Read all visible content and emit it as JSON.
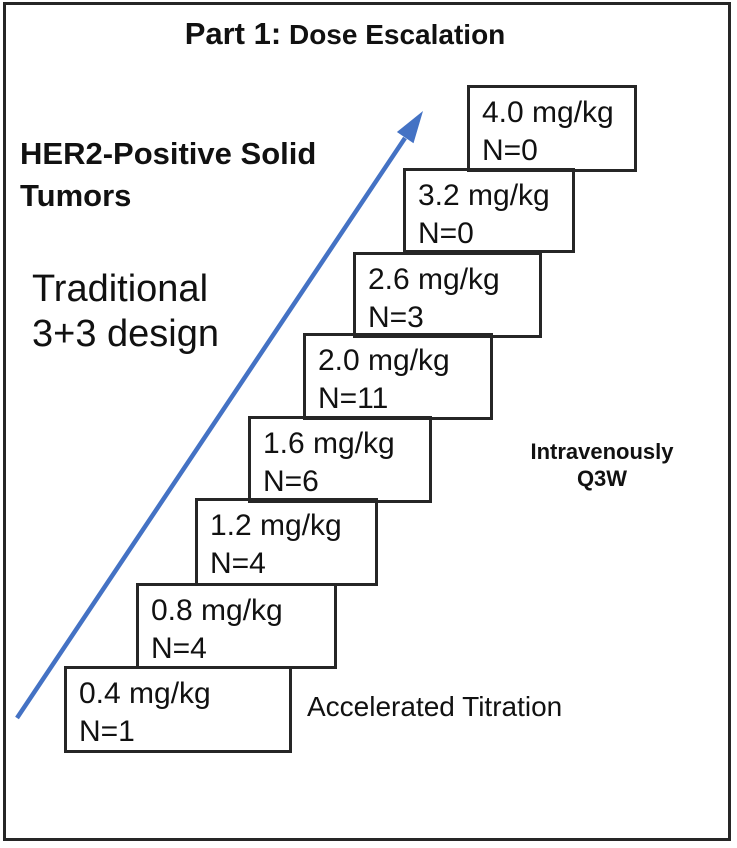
{
  "title": {
    "part": "Part 1:",
    "rest": " Dose Escalation"
  },
  "annotations": {
    "population": "HER2-Positive Solid Tumors",
    "design": "Traditional 3+3 design",
    "route": "Intravenously Q3W",
    "titration": "Accelerated Titration"
  },
  "dose_boxes": [
    {
      "dose": "0.4 mg/kg",
      "n": "N=1"
    },
    {
      "dose": "0.8 mg/kg",
      "n": "N=4"
    },
    {
      "dose": "1.2 mg/kg",
      "n": "N=4"
    },
    {
      "dose": "1.6 mg/kg",
      "n": "N=6"
    },
    {
      "dose": "2.0 mg/kg",
      "n": "N=11"
    },
    {
      "dose": "2.6 mg/kg",
      "n": "N=3"
    },
    {
      "dose": "3.2 mg/kg",
      "n": "N=0"
    },
    {
      "dose": "4.0 mg/kg",
      "n": "N=0"
    }
  ],
  "colors": {
    "arrow": "#4472C4",
    "border": "#262626",
    "text": "#111111"
  }
}
